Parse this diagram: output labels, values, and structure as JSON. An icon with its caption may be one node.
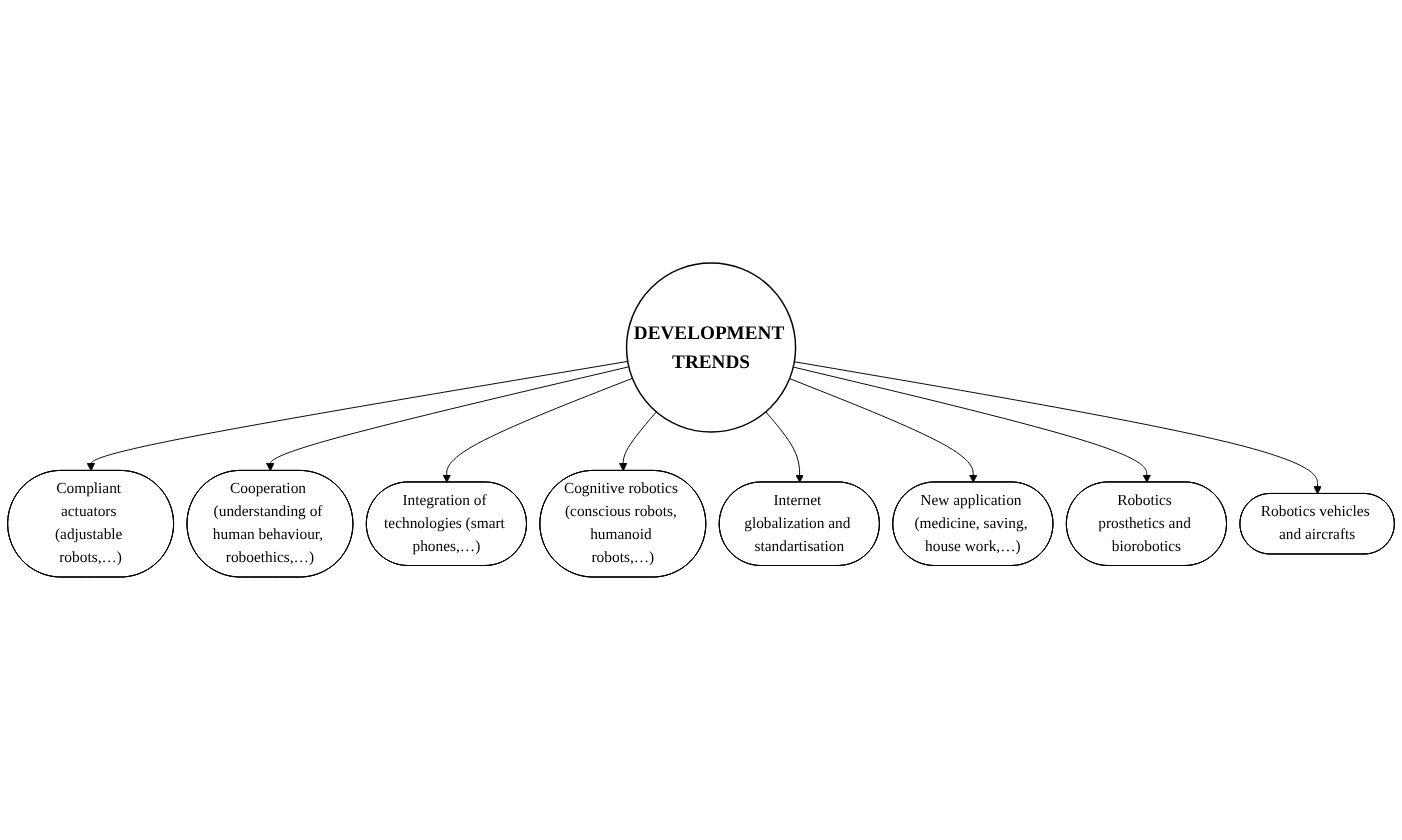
{
  "diagram": {
    "nodes": [
      {
        "text": [
          "DEVELOPMENT TRENDS"
        ]
      },
      {
        "text": [
          "Compliant actuators (adjustable robots,…)"
        ]
      },
      {
        "text": [
          "Cooperation (understanding of human behaviour, roboethics,…)"
        ]
      },
      {
        "text": [
          "Integration of technologies (smart phones,…)"
        ]
      },
      {
        "text": [
          "Cognitive robotics (conscious robots, humanoid robots,…)"
        ]
      },
      {
        "text": [
          "Internet globalization and standartisation"
        ]
      },
      {
        "text": [
          "New application (medicine, saving, house work,…)"
        ]
      },
      {
        "text": [
          "Robotics prosthetics and biorobotics"
        ]
      },
      {
        "text": [
          "Robotics vehicles and aircrafts"
        ]
      }
    ],
    "edges": [
      {
        "from": 0,
        "to": 1,
        "arrow": "to"
      },
      {
        "from": 0,
        "to": 2,
        "arrow": "to"
      },
      {
        "from": 0,
        "to": 3,
        "arrow": "to"
      },
      {
        "from": 0,
        "to": 4,
        "arrow": "to"
      },
      {
        "from": 0,
        "to": 5,
        "arrow": "to"
      },
      {
        "from": 0,
        "to": 6,
        "arrow": "to"
      },
      {
        "from": 0,
        "to": 7,
        "arrow": "to"
      },
      {
        "from": 0,
        "to": 8,
        "arrow": "to"
      }
    ]
  }
}
